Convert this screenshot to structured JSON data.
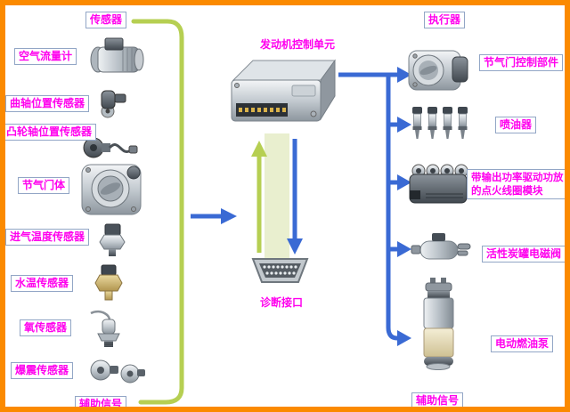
{
  "diagram_type": "engine-management-system-overview",
  "headers": {
    "sensors": "传感器",
    "actuators": "执行器",
    "ecu": "发动机控制单元",
    "diagnostic": "诊断接口",
    "aux_left": "辅助信号",
    "aux_right": "辅助信号"
  },
  "sensors": [
    {
      "label": "空气流量计",
      "icon": "air-flow-meter-icon"
    },
    {
      "label": "曲轴位置传感器",
      "icon": "crankshaft-position-sensor-icon"
    },
    {
      "label": "凸轮轴位置传感器",
      "icon": "camshaft-position-sensor-icon"
    },
    {
      "label": "节气门体",
      "icon": "throttle-body-icon"
    },
    {
      "label": "进气温度传感器",
      "icon": "intake-air-temp-sensor-icon"
    },
    {
      "label": "水温传感器",
      "icon": "coolant-temp-sensor-icon"
    },
    {
      "label": "氧传感器",
      "icon": "oxygen-sensor-icon"
    },
    {
      "label": "爆震传感器",
      "icon": "knock-sensor-icon"
    }
  ],
  "actuators": [
    {
      "label": "节气门控制部件",
      "icon": "throttle-control-unit-icon"
    },
    {
      "label": "喷油器",
      "icon": "fuel-injectors-icon"
    },
    {
      "label": "带输出功率驱动功放的点火线圈模块",
      "icon": "ignition-coil-module-icon"
    },
    {
      "label": "活性炭罐电磁阀",
      "icon": "canister-purge-valve-icon"
    },
    {
      "label": "电动燃油泵",
      "icon": "electric-fuel-pump-icon"
    }
  ],
  "colors": {
    "frame_border": "#fb8a00",
    "label_text": "#ff00ee",
    "label_box_border": "#92a6c6",
    "sensor_line_green": "#b6cf52",
    "actuator_line_blue": "#3a6ad4",
    "diagnostic_band": "#e9efcf"
  }
}
